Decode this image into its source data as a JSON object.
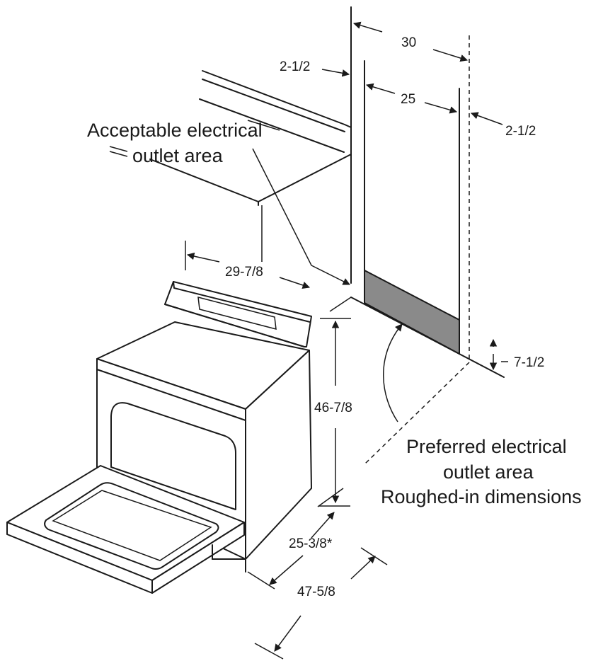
{
  "labels": {
    "acceptable_line1": "Acceptable electrical",
    "acceptable_line2": "outlet area",
    "preferred_line1": "Preferred electrical",
    "preferred_line2": "outlet area",
    "roughed_in": "Roughed-in dimensions"
  },
  "dimensions": {
    "total_width": "30",
    "left_offset": "2-1/2",
    "outlet_width": "25",
    "right_offset": "2-1/2",
    "outlet_height": "7-1/2",
    "range_width": "29-7/8",
    "range_height": "46-7/8",
    "range_depth": "25-3/8*",
    "depth_door_open": "47-5/8"
  },
  "colors": {
    "outlet_area": "#8a8a8a",
    "line": "#1a1a1a"
  }
}
